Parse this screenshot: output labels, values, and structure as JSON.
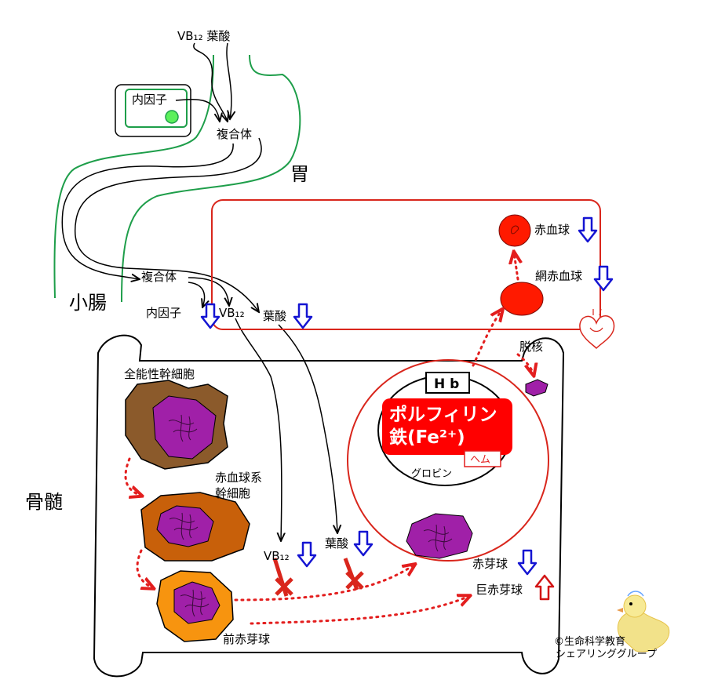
{
  "labels": {
    "vb12_folate_top": "VB₁₂ 葉酸",
    "intrinsic_factor_stomach": "内因子",
    "complex_stomach": "複合体",
    "stomach": "胃",
    "small_intestine": "小腸",
    "complex_intestine": "複合体",
    "intrinsic_factor_intestine": "内因子",
    "vb12_intestine": "VB₁₂",
    "folate_intestine": "葉酸",
    "rbc": "赤血球",
    "reticulocyte": "網赤血球",
    "enucleation": "脱核",
    "hb": "H b",
    "porphyrin": "ポルフィリン",
    "iron": "鉄(Fe²⁺)",
    "heme": "ヘム",
    "globin": "グロビン",
    "bone_marrow": "骨髄",
    "totipotent_stem_cell": "全能性幹細胞",
    "erythroid_stem_cell_1": "赤血球系",
    "erythroid_stem_cell_2": "幹細胞",
    "vb12_marrow": "VB₁₂",
    "folate_marrow": "葉酸",
    "erythroblast": "赤芽球",
    "megaloblast": "巨赤芽球",
    "proerythroblast": "前赤芽球",
    "credit_1": "©生命科学教育",
    "credit_2": "シェアリンググループ"
  },
  "indicators": {
    "intrinsic_factor": "down",
    "vb12_intestine": "down",
    "folate_intestine": "down",
    "rbc": "down",
    "reticulocyte": "down",
    "vb12_marrow": "down",
    "folate_marrow": "down",
    "erythroblast": "down",
    "megaloblast": "up"
  },
  "colors": {
    "stomach_outline": "#1e9e4a",
    "blood_box": "#d9261c",
    "rbc": "#ff1a00",
    "nucleus": "#a020a8",
    "stem_cell": "#8b5a2b",
    "erythroid_stem_cell": "#c8600a",
    "proerythroblast": "#f7940f",
    "arrow_down": "#1414d2",
    "arrow_up": "#d21414",
    "dotted_arrow": "#e31e1e"
  }
}
